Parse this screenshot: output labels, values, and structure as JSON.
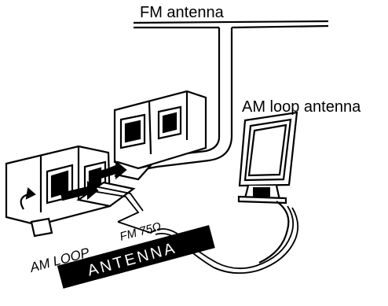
{
  "labels": {
    "fm_antenna": "FM antenna",
    "am_loop_antenna": "AM loop antenna",
    "terminal_am_loop": "AM LOOP",
    "terminal_fm": "FM 75Ω",
    "banner": "ANTENNA"
  },
  "colors": {
    "line": "#000000",
    "banner_bg": "#000000",
    "banner_text": "#ffffff",
    "background": "#ffffff"
  }
}
